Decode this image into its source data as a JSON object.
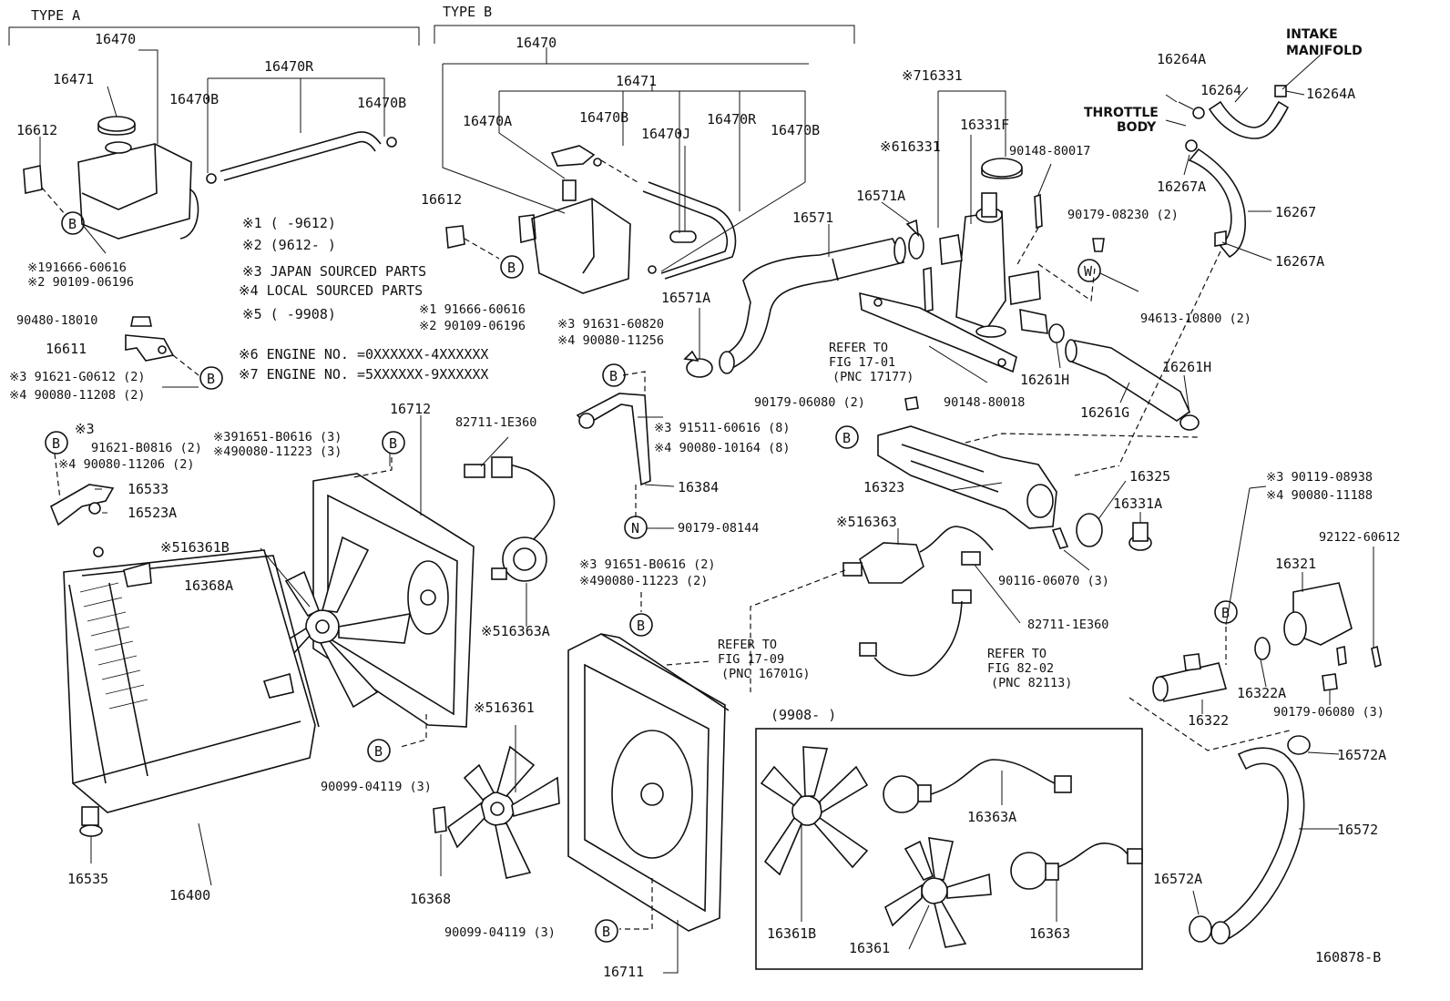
{
  "headers": {
    "type_a": "TYPE A",
    "type_b": "TYPE B",
    "range_box": "(9908-      )"
  },
  "notes": {
    "n1": "※1 (      -9612)",
    "n2": "※2 (9612-      )",
    "n3": "※3 JAPAN SOURCED PARTS",
    "n4": "※4 LOCAL SOURCED PARTS",
    "n5": "※5 (      -9908)",
    "n6": "※6 ENGINE NO. =0XXXXXX-4XXXXXX",
    "n7": "※7 ENGINE NO. =5XXXXXX-9XXXXXX"
  },
  "references": {
    "r1": [
      "REFER TO",
      "FIG 17-01",
      "(PNC 17177)"
    ],
    "r2": [
      "REFER TO",
      "FIG 17-09",
      "(PNC 16701G)"
    ],
    "r3": [
      "REFER TO",
      "FIG 82-02",
      "(PNC 82113)"
    ]
  },
  "callouts": {
    "intake": [
      "INTAKE",
      "MANIFOLD"
    ],
    "throttle": [
      "THROTTLE",
      "BODY"
    ]
  },
  "circle_markers": {
    "b": "B",
    "w": "W",
    "n": "N"
  },
  "labels": [
    "16470",
    "16471",
    "16470R",
    "16470B",
    "16470B",
    "16612",
    "※191666-60616",
    "※2 90109-06196",
    "90480-18010",
    "16611",
    "※3 91621-G0612 (2)",
    "※4 90080-11208 (2)",
    "16470",
    "16471",
    "16470A",
    "16470B",
    "16470J",
    "16470R",
    "16470B",
    "16612",
    "※1 91666-60616",
    "※2 90109-06196",
    "※3 91631-60820",
    "※4 90080-11256",
    "※716331",
    "16331F",
    "※616331",
    "90148-80017",
    "16571A",
    "16571",
    "16571A",
    "90179-08230 (2)",
    "94613-10800 (2)",
    "90148-80018",
    "16261H",
    "16261H",
    "16261G",
    "16264A",
    "16264",
    "16264A",
    "16267A",
    "16267",
    "16267A",
    "※3",
    "91621-B0816 (2)",
    "※4 90080-11206 (2)",
    "16533",
    "16523A",
    "※391651-B0616 (3)",
    "※490080-11223 (3)",
    "16712",
    "82711-1E360",
    "16384",
    "※3 91511-60616 (8)",
    "※4 90080-10164 (8)",
    "90179-06080 (2)",
    "16323",
    "16325",
    "16331A",
    "90116-06070 (3)",
    "90179-08144",
    "※516361B",
    "16368A",
    "※516363",
    "82711-1E360",
    "※3 91651-B0616 (2)",
    "※490080-11223 (2)",
    "※516363A",
    "※3 90119-08938",
    "※4 90080-11188",
    "92122-60612",
    "16321",
    "16322A",
    "16322",
    "90179-06080 (3)",
    "16572A",
    "16572",
    "16572A",
    "90099-04119 (3)",
    "※516361",
    "16535",
    "16400",
    "16368",
    "90099-04119 (3)",
    "16711",
    "16363A",
    "16361B",
    "16361",
    "16363",
    "160878-B"
  ],
  "colors": {
    "ink": "#111111",
    "paper": "#ffffff"
  }
}
